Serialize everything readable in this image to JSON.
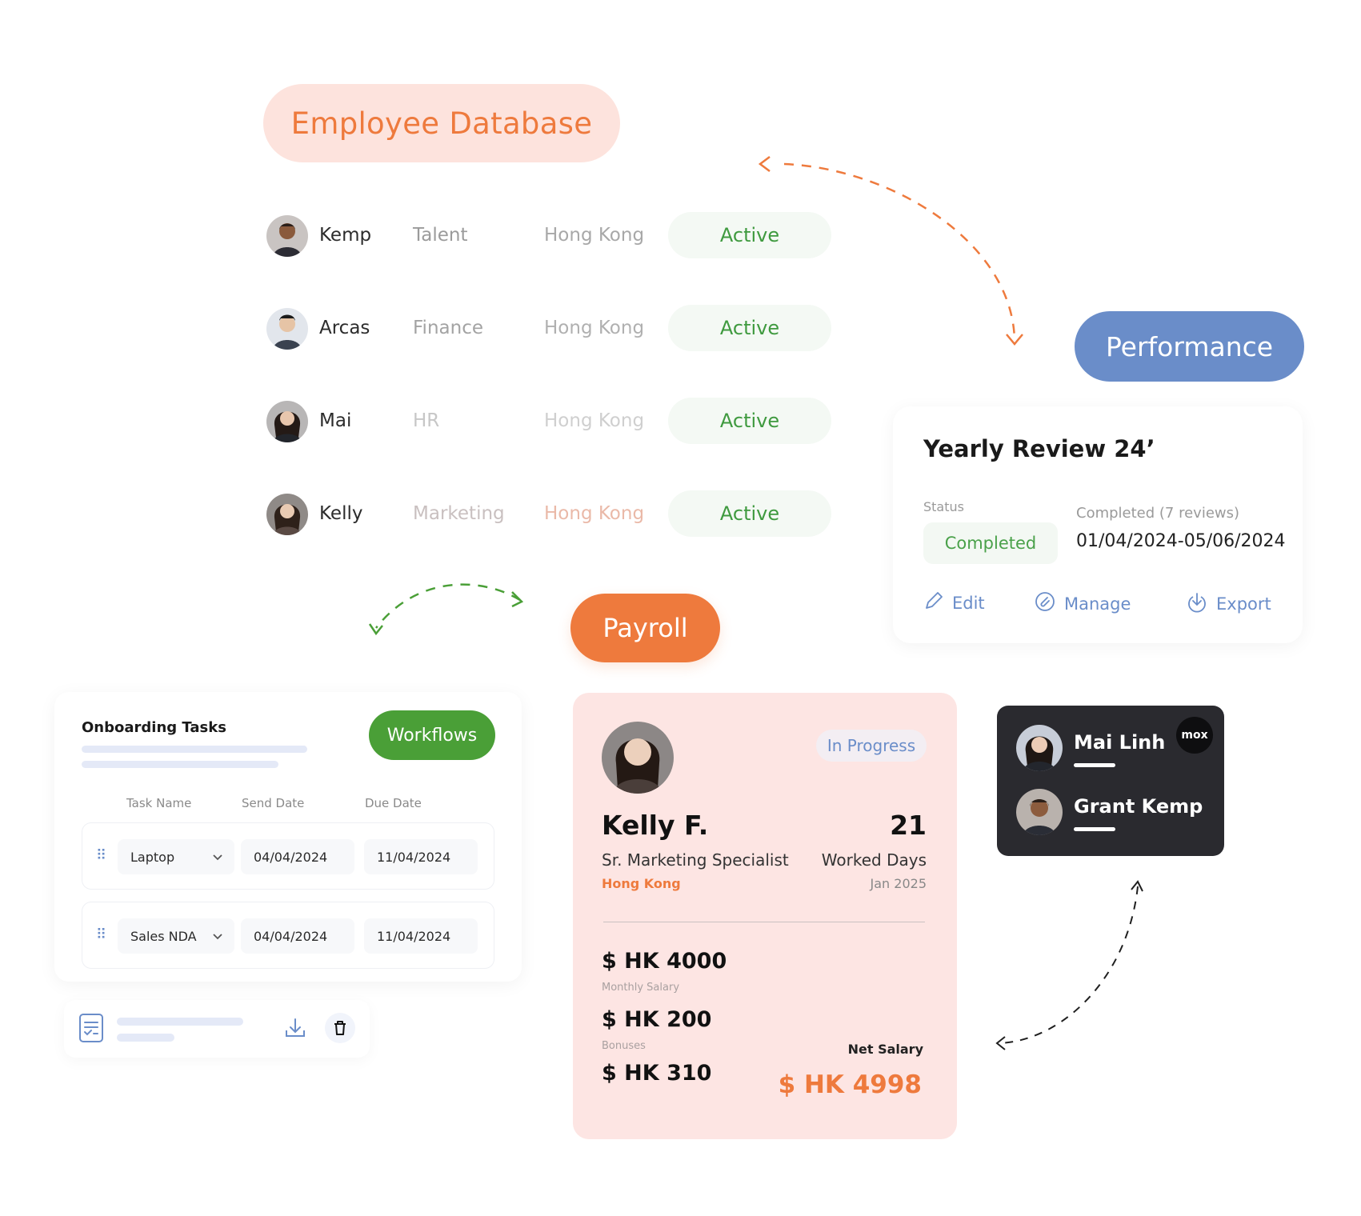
{
  "employee_database": {
    "title": "Employee Database",
    "rows": [
      {
        "name": "Kemp",
        "department": "Talent",
        "location": "Hong Kong",
        "status": "Active"
      },
      {
        "name": "Arcas",
        "department": "Finance",
        "location": "Hong Kong",
        "status": "Active"
      },
      {
        "name": "Mai",
        "department": "HR",
        "location": "Hong Kong",
        "status": "Active"
      },
      {
        "name": "Kelly",
        "department": "Marketing",
        "location": "Hong Kong",
        "status": "Active"
      }
    ]
  },
  "performance": {
    "title": "Performance",
    "review": {
      "title": "Yearly Review 24’",
      "status_label": "Status",
      "status_value": "Completed",
      "completed_label": "Completed (7 reviews)",
      "dates": "01/04/2024-05/06/2024",
      "actions": {
        "edit": "Edit",
        "manage": "Manage",
        "export": "Export"
      }
    }
  },
  "payroll": {
    "title": "Payroll",
    "card": {
      "status": "In Progress",
      "name": "Kelly F.",
      "role": "Sr. Marketing Specialist",
      "location": "Hong Kong",
      "worked_days": "21",
      "worked_days_label": "Worked Days",
      "period": "Jan 2025",
      "monthly_salary": "$ HK 4000",
      "monthly_salary_label": "Monthly Salary",
      "bonuses": "$ HK 200",
      "bonuses_label": "Bonuses",
      "third_amount": "$ HK 310",
      "net_salary_label": "Net Salary",
      "net_salary": "$ HK 4998"
    }
  },
  "onboarding": {
    "title": "Onboarding Tasks",
    "workflows_button": "Workflows",
    "columns": [
      "Task Name",
      "Send Date",
      "Due Date"
    ],
    "rows": [
      {
        "task": "Laptop",
        "send_date": "04/04/2024",
        "due_date": "11/04/2024"
      },
      {
        "task": "Sales NDA",
        "send_date": "04/04/2024",
        "due_date": "11/04/2024"
      }
    ]
  },
  "people_card": {
    "badge": "mox",
    "people": [
      {
        "name": "Mai Linh"
      },
      {
        "name": "Grant Kemp"
      }
    ]
  },
  "colors": {
    "orange": "#ee7a3d",
    "blue": "#6a8dc9",
    "green": "#4a9f37",
    "peach": "#fde5e3",
    "dark": "#2a2a2f"
  }
}
